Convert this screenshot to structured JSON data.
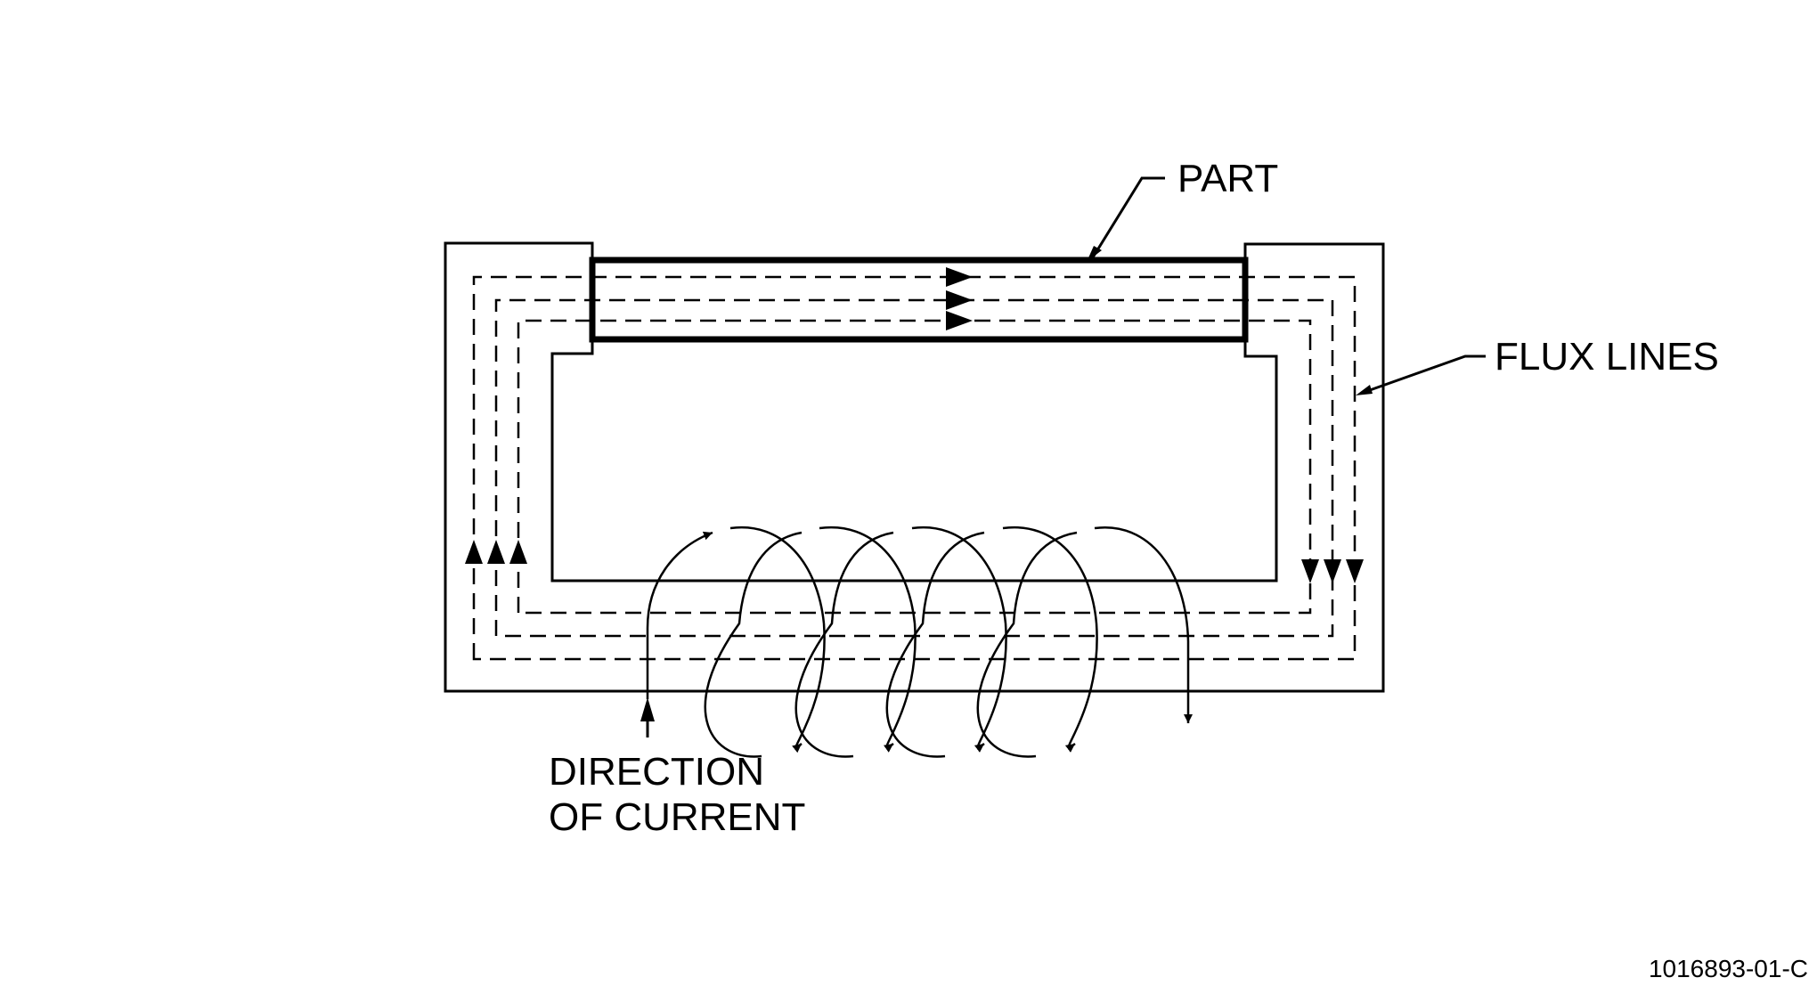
{
  "diagram": {
    "labels": {
      "part": "PART",
      "flux_lines": "FLUX LINES",
      "direction_line1": "DIRECTION",
      "direction_line2": "OF CURRENT"
    },
    "figure_id": "1016893-01-C",
    "colors": {
      "ink": "#000000",
      "background": "#ffffff"
    }
  }
}
